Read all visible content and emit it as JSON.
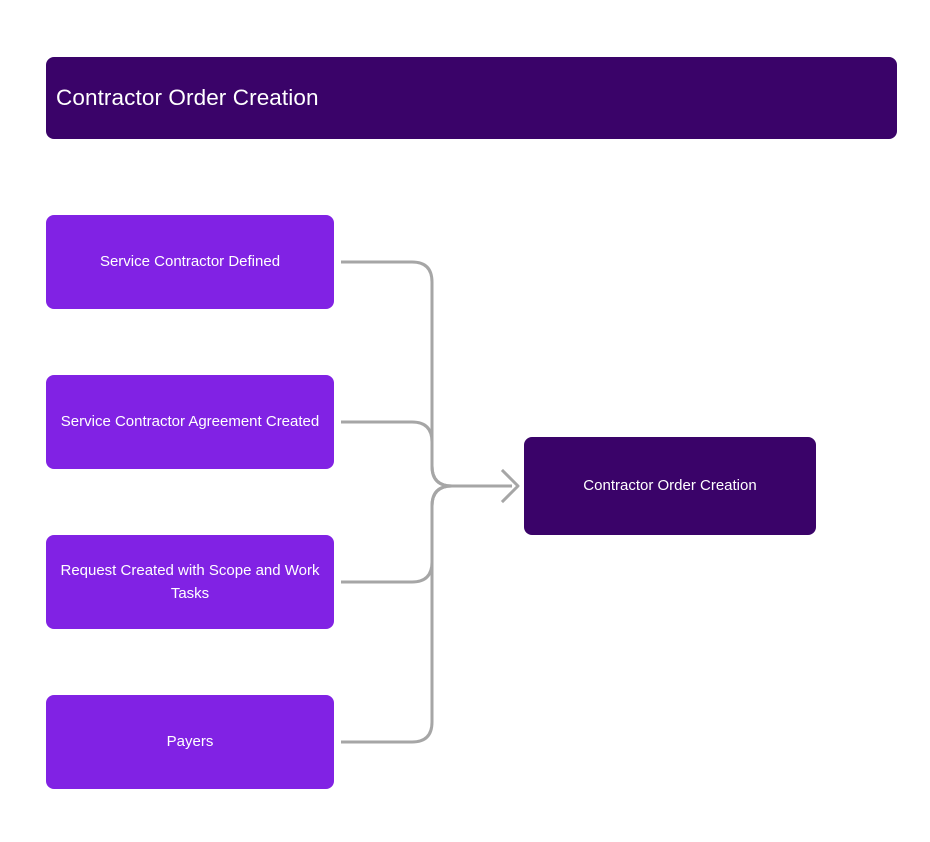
{
  "diagram": {
    "title": "Contractor Order Creation",
    "type": "flowchart",
    "direction": "left-to-right-converging",
    "colors": {
      "title_banner_bg": "#3A0369",
      "source_node_bg": "#8122E4",
      "target_node_bg": "#3A0369",
      "node_text": "#FFFFFF",
      "connector_line": "#A6A6A6",
      "canvas_bg": "#FFFFFF"
    },
    "sources": [
      {
        "id": "service-contractor-defined",
        "label": "Service Contractor Defined"
      },
      {
        "id": "service-contractor-agreement-created",
        "label": "Service Contractor Agreement Created"
      },
      {
        "id": "request-created-with-scope-and-work-tasks",
        "label": "Request Created with Scope and Work Tasks"
      },
      {
        "id": "payers",
        "label": "Payers"
      }
    ],
    "target": {
      "id": "contractor-order-creation",
      "label": "Contractor Order Creation"
    },
    "edges": [
      {
        "from": "service-contractor-defined",
        "to": "contractor-order-creation",
        "arrow": true
      },
      {
        "from": "service-contractor-agreement-created",
        "to": "contractor-order-creation",
        "arrow": true
      },
      {
        "from": "request-created-with-scope-and-work-tasks",
        "to": "contractor-order-creation",
        "arrow": true
      },
      {
        "from": "payers",
        "to": "contractor-order-creation",
        "arrow": true
      }
    ]
  }
}
